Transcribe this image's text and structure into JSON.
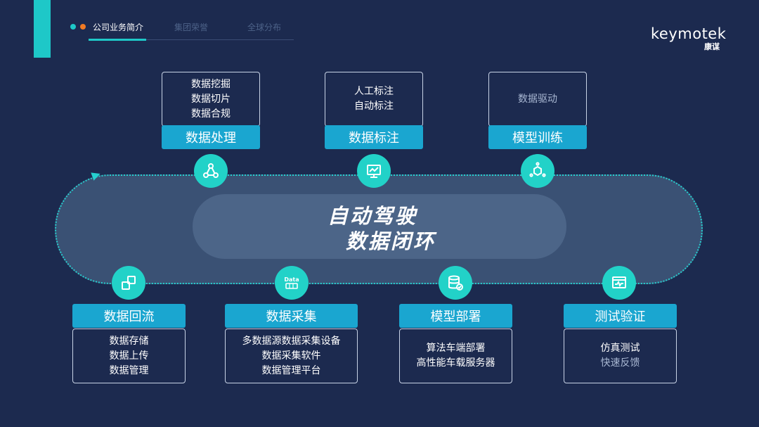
{
  "nav": {
    "tabs": [
      {
        "label": "公司业务简介",
        "active": true
      },
      {
        "label": "集团荣誉",
        "active": false
      },
      {
        "label": "全球分布",
        "active": false
      }
    ],
    "dot_colors": [
      "#1ec8c8",
      "#f07a24"
    ]
  },
  "logo": {
    "text": "keymotek",
    "sub": "康谋"
  },
  "center": {
    "line1": "自动驾驶",
    "line2": "数据闭环"
  },
  "top_stages": [
    {
      "label": "数据处理",
      "items": [
        "数据挖掘",
        "数据切片",
        "数据合规"
      ],
      "icon": "network-nodes-icon"
    },
    {
      "label": "数据标注",
      "items": [
        "人工标注",
        "自动标注"
      ],
      "icon": "monitor-chart-icon"
    },
    {
      "label": "模型训练",
      "items": [
        "数据驱动"
      ],
      "icon": "cube-network-icon"
    }
  ],
  "bottom_stages": [
    {
      "label": "数据回流",
      "items": [
        "数据存储",
        "数据上传",
        "数据管理"
      ],
      "icon": "cycle-squares-icon"
    },
    {
      "label": "数据采集",
      "items": [
        "多数据源数据采集设备",
        "数据采集软件",
        "数据管理平台"
      ],
      "icon": "data-icon",
      "icon_text": "Data"
    },
    {
      "label": "模型部署",
      "items": [
        "算法车端部署",
        "高性能车载服务器"
      ],
      "icon": "database-check-icon"
    },
    {
      "label": "测试验证",
      "items": [
        "仿真测试",
        "快速反馈"
      ],
      "icon": "monitor-pulse-icon"
    }
  ],
  "colors": {
    "background": "#1c2a4f",
    "accent": "#1ec8c8",
    "label_blue": "#1aa6d0",
    "node": "#22d2c8"
  }
}
